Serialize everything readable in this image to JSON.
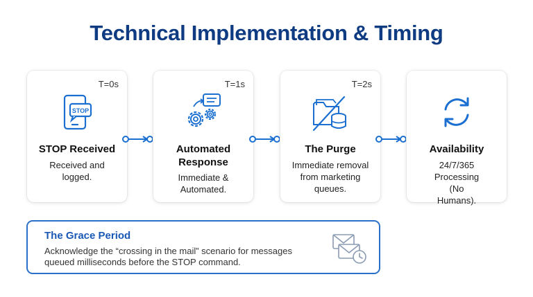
{
  "title": "Technical Implementation & Timing",
  "steps": [
    {
      "time": "T=0s",
      "title": "STOP Received",
      "desc": "Received and logged.",
      "icon": "phone-stop-icon"
    },
    {
      "time": "T=1s",
      "title": "Automated Response",
      "desc": "Immediate & Automated.",
      "icon": "gears-chat-icon"
    },
    {
      "time": "T=2s",
      "title": "The Purge",
      "desc": "Immediate removal from marketing queues.",
      "icon": "folder-database-strike-icon"
    },
    {
      "time": "",
      "title": "Availability",
      "desc": "24/7/365 Processing (No Humans).",
      "icon": "refresh-cycle-icon"
    }
  ],
  "phone_label": "STOP",
  "grace": {
    "title": "The Grace Period",
    "text": "Acknowledge the “crossing in the mail” scenario for messages queued milliseconds before the STOP command.",
    "icon": "envelopes-clock-icon"
  },
  "colors": {
    "title": "#0f3b82",
    "accent": "#1a6fd1",
    "border": "#2a6fc9"
  }
}
